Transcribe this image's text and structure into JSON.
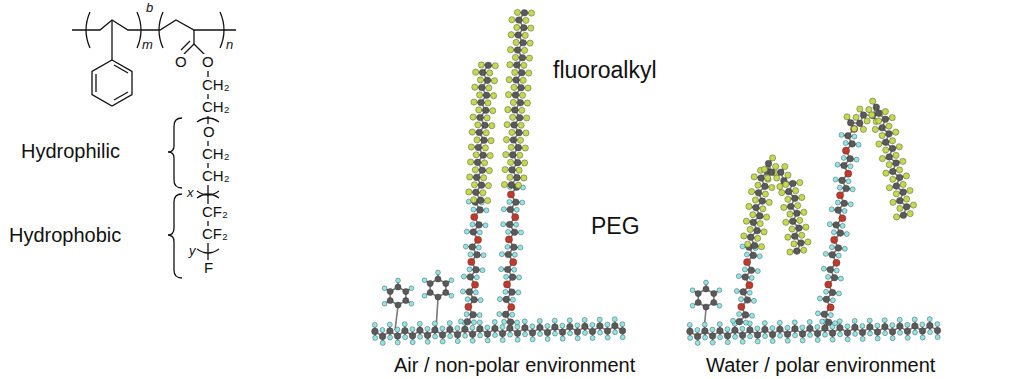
{
  "diagram": {
    "labels": [
      "b",
      "m",
      "n",
      "O",
      "O",
      "CH₂",
      "CH₂",
      "O",
      "CH₂",
      "CH₂",
      "x",
      "CF₂",
      "CF₂",
      "y",
      "F",
      "Hydrophilic",
      "Hydrophobic",
      "fluoroalkyl",
      "PEG",
      "Air / non-polar environment",
      "Water / polar environment"
    ]
  }
}
